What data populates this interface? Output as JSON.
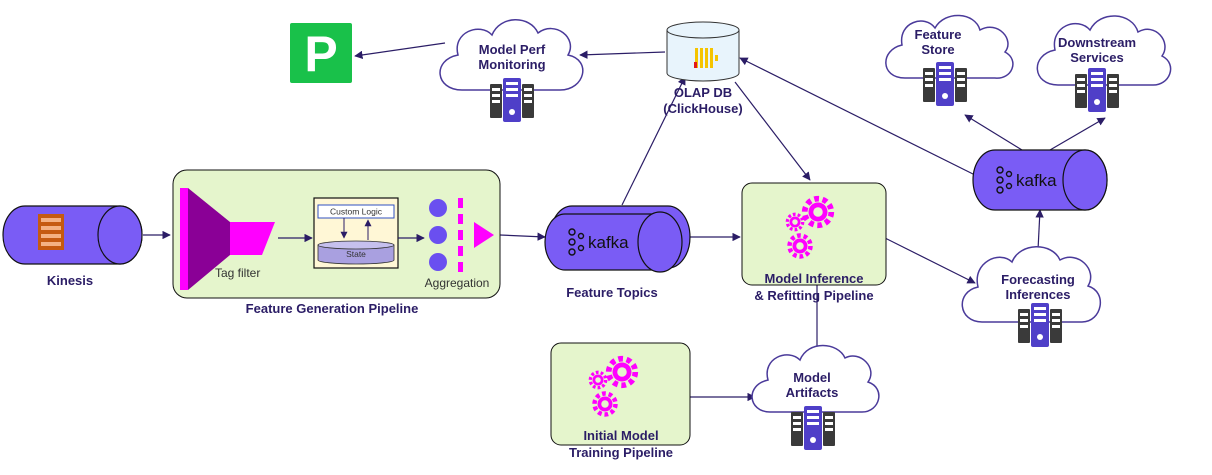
{
  "colors": {
    "cylinder": "#7a5cf5",
    "panel": "#e5f5cc",
    "magenta": "#ff00ff",
    "purple_dark": "#8a0096",
    "dot": "#6a4ff0",
    "cloud_stroke": "#4a3a9a",
    "arrow": "#2b1d66",
    "logo_green": "#19c14a"
  },
  "nodes": {
    "kinesis": {
      "label": "Kinesis",
      "icon": "aws-kinesis-icon"
    },
    "feature_pipeline": {
      "label": "Feature Generation Pipeline",
      "tag_filter": "Tag filter",
      "custom_logic": "Custom Logic",
      "state": "State",
      "aggregation": "Aggregation"
    },
    "feature_topics": {
      "label": "Feature Topics",
      "brand": "kafka"
    },
    "olap": {
      "line1": "OLAP DB",
      "line2": "(ClickHouse)",
      "icon": "clickhouse-icon"
    },
    "model_perf": {
      "line1": "Model Perf",
      "line2": "Monitoring"
    },
    "pagerduty": {
      "icon": "pagerduty-logo",
      "glyph": "P"
    },
    "inference": {
      "line1": "Model Inference",
      "line2": "& Refitting Pipeline"
    },
    "training": {
      "line1": "Initial Model",
      "line2": "Training Pipeline"
    },
    "artifacts": {
      "line1": "Model",
      "line2": "Artifacts"
    },
    "forecast": {
      "line1": "Forecasting",
      "line2": "Inferences"
    },
    "kafka_out": {
      "brand": "kafka"
    },
    "feature_store": {
      "line1": "Feature",
      "line2": "Store"
    },
    "downstream": {
      "line1": "Downstream",
      "line2": "Services"
    }
  }
}
